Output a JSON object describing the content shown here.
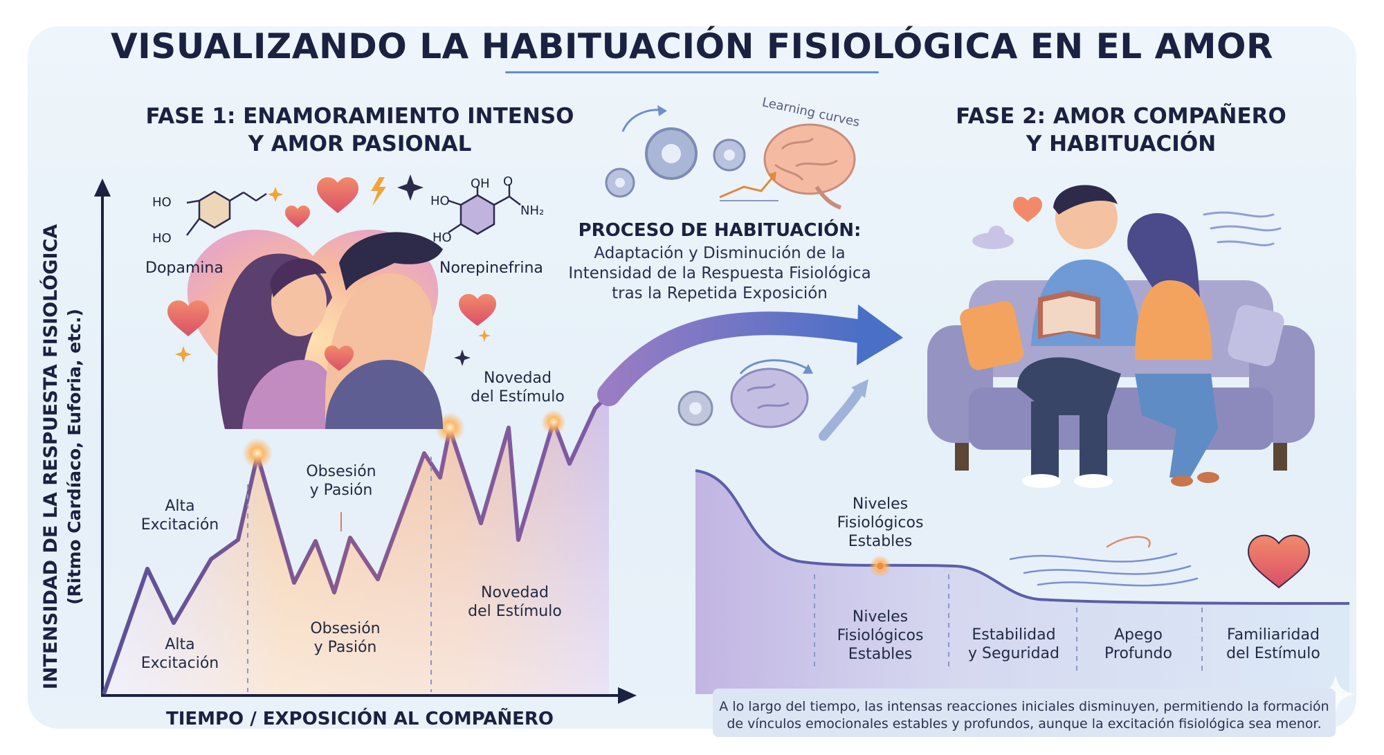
{
  "title": "VISUALIZANDO LA HABITUACIÓN FISIOLÓGICA EN EL AMOR",
  "phase1": {
    "line1": "FASE 1: ENAMORAMIENTO INTENSO",
    "line2": "Y AMOR PASIONAL",
    "molecules": {
      "dopamine": {
        "name": "Dopamina",
        "ho1": "HO",
        "ho2": "HO"
      },
      "norepinephrine": {
        "name": "Norepinefrina",
        "oh": "OH",
        "ho1": "HO",
        "ho2": "HO",
        "o": "O",
        "nh2": "NH₂"
      }
    },
    "labels": {
      "upper_alta_1": "Alta",
      "upper_alta_2": "Excitación",
      "upper_obs_1": "Obsesión",
      "upper_obs_2": "y Pasión",
      "upper_nov_1": "Novedad",
      "upper_nov_2": "del Estímulo",
      "lower_alta_1": "Alta",
      "lower_alta_2": "Excitación",
      "lower_obs_1": "Obsesión",
      "lower_obs_2": "y Pasión",
      "lower_nov_1": "Novedad",
      "lower_nov_2": "del Estímulo"
    }
  },
  "process": {
    "title": "PROCESO DE HABITUACIÓN:",
    "line1": "Adaptación y Disminución de la",
    "line2": "Intensidad de la Respuesta Fisiológica",
    "line3": "tras la Repetida Exposición",
    "brain_caption": "Learning curves"
  },
  "phase2": {
    "line1": "FASE 2: AMOR COMPAÑERO",
    "line2": "Y HABITUACIÓN",
    "labels": {
      "upper_niv_1": "Niveles",
      "upper_niv_2": "Fisiológicos",
      "upper_niv_3": "Estables",
      "lower_niv_1": "Niveles",
      "lower_niv_2": "Fisiológicos",
      "lower_niv_3": "Estables",
      "estab_1": "Estabilidad",
      "estab_2": "y Seguridad",
      "apego_1": "Apego",
      "apego_2": "Profundo",
      "famil_1": "Familiaridad",
      "famil_2": "del Estímulo"
    }
  },
  "axes": {
    "y_label": "INTENSIDAD DE LA RESPUESTA FISIOLÓGICA",
    "y_sublabel": "(Ritmo Cardíaco, Euforia, etc.)",
    "x_label": "TIEMPO / EXPOSICIÓN AL COMPAÑERO"
  },
  "note": {
    "line1": "A lo largo del tiempo, las intensas reacciones iniciales disminuyen, permitiendo la formación",
    "line2": "de vínculos emocionales estables y profundos, aunque la excitación fisiológica sea menor."
  },
  "colors": {
    "navy": "#1b2140",
    "curve_purple": "#6a5a9e",
    "peak_orange": "#f08a3c",
    "fill_orange": "#f6c9a0",
    "fill_purple": "#c9b8e6",
    "blue_arrow": "#4f72c4",
    "heart_red": "#e2584f"
  }
}
